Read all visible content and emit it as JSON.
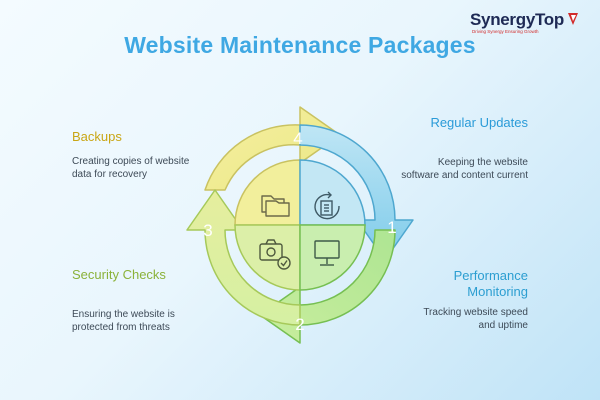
{
  "logo": {
    "name": "SynergyTop",
    "tagline": "Driving Synergy Ensuring Growth"
  },
  "title": "Website Maintenance Packages",
  "steps": [
    {
      "number": "1",
      "heading": "Regular Updates",
      "description": "Keeping the website software and content current",
      "icon": "refresh-document-icon",
      "color": "#5fb9e2"
    },
    {
      "number": "2",
      "heading": "Performance Monitoring",
      "description": "Tracking website speed and uptime",
      "icon": "monitor-icon",
      "color": "#9fdc7a"
    },
    {
      "number": "3",
      "heading": "Security Checks",
      "description": "Ensuring the website is protected from threats",
      "icon": "camera-check-icon",
      "color": "#c3e28a"
    },
    {
      "number": "4",
      "heading": "Backups",
      "description": "Creating copies of website data for recovery",
      "icon": "folders-icon",
      "color": "#efe07a"
    }
  ]
}
